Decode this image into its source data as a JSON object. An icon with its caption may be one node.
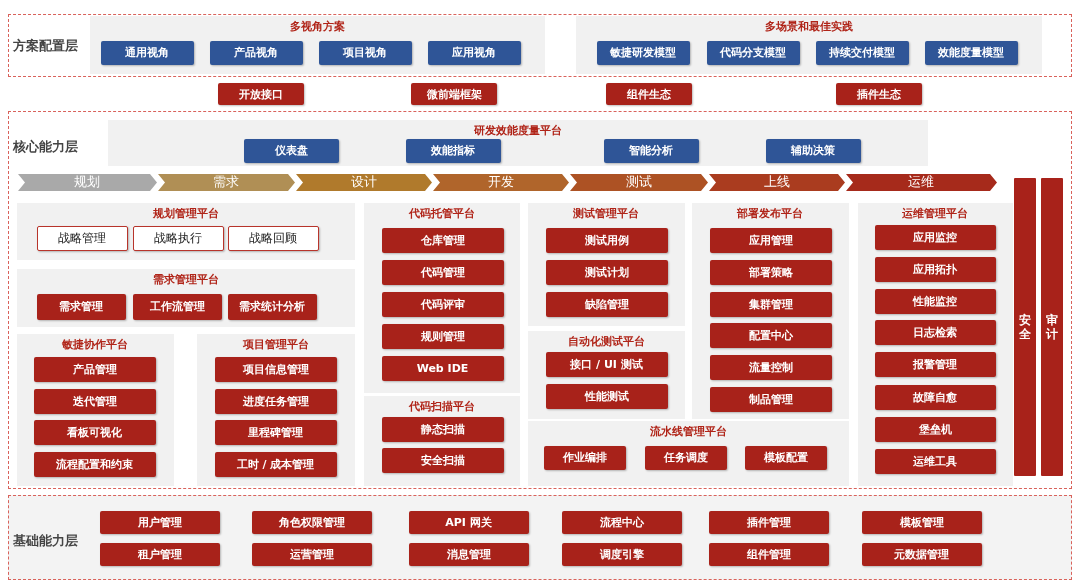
{
  "diagram": {
    "nodes": [
      {
        "text": [
          "方案配置层"
        ]
      },
      {
        "text": [
          "多视角方案"
        ],
        "in": 0
      },
      {
        "text": [
          "通用视角"
        ],
        "in": 1
      },
      {
        "text": [
          "产品视角"
        ],
        "in": 1
      },
      {
        "text": [
          "项目视角"
        ],
        "in": 1
      },
      {
        "text": [
          "应用视角"
        ],
        "in": 1
      },
      {
        "text": [
          "多场景和最佳实践"
        ],
        "in": 0
      },
      {
        "text": [
          "敏捷研发模型"
        ],
        "in": 6
      },
      {
        "text": [
          "代码分支模型"
        ],
        "in": 6
      },
      {
        "text": [
          "持续交付模型"
        ],
        "in": 6
      },
      {
        "text": [
          "效能度量模型"
        ],
        "in": 6
      },
      {
        "text": [
          "开放接口"
        ]
      },
      {
        "text": [
          "微前端框架"
        ]
      },
      {
        "text": [
          "组件生态"
        ]
      },
      {
        "text": [
          "插件生态"
        ]
      },
      {
        "text": [
          "核心能力层"
        ]
      },
      {
        "text": [
          "研发效能度量平台"
        ],
        "in": 15
      },
      {
        "text": [
          "仪表盘"
        ],
        "in": 16
      },
      {
        "text": [
          "效能指标"
        ],
        "in": 16
      },
      {
        "text": [
          "智能分析"
        ],
        "in": 16
      },
      {
        "text": [
          "辅助决策"
        ],
        "in": 16
      },
      {
        "text": [
          "规划"
        ],
        "in": 15
      },
      {
        "text": [
          "需求"
        ],
        "in": 15
      },
      {
        "text": [
          "设计"
        ],
        "in": 15
      },
      {
        "text": [
          "开发"
        ],
        "in": 15
      },
      {
        "text": [
          "测试"
        ],
        "in": 15
      },
      {
        "text": [
          "上线"
        ],
        "in": 15
      },
      {
        "text": [
          "运维"
        ],
        "in": 15
      },
      {
        "text": [
          "规划管理平台"
        ],
        "in": 15
      },
      {
        "text": [
          "战略管理"
        ],
        "in": 28
      },
      {
        "text": [
          "战略执行"
        ],
        "in": 28
      },
      {
        "text": [
          "战略回顾"
        ],
        "in": 28
      },
      {
        "text": [
          "需求管理平台"
        ],
        "in": 15
      },
      {
        "text": [
          "需求管理"
        ],
        "in": 32
      },
      {
        "text": [
          "工作流管理"
        ],
        "in": 32
      },
      {
        "text": [
          "需求统计分析"
        ],
        "in": 32
      },
      {
        "text": [
          "敏捷协作平台"
        ],
        "in": 15
      },
      {
        "text": [
          "产品管理"
        ],
        "in": 36
      },
      {
        "text": [
          "迭代管理"
        ],
        "in": 36
      },
      {
        "text": [
          "看板可视化"
        ],
        "in": 36
      },
      {
        "text": [
          "流程配置和约束"
        ],
        "in": 36
      },
      {
        "text": [
          "项目管理平台"
        ],
        "in": 15
      },
      {
        "text": [
          "项目信息管理"
        ],
        "in": 41
      },
      {
        "text": [
          "进度任务管理"
        ],
        "in": 41
      },
      {
        "text": [
          "里程碑管理"
        ],
        "in": 41
      },
      {
        "text": [
          "工时 / 成本管理"
        ],
        "in": 41
      },
      {
        "text": [
          "代码托管平台"
        ],
        "in": 15
      },
      {
        "text": [
          "仓库管理"
        ],
        "in": 46
      },
      {
        "text": [
          "代码管理"
        ],
        "in": 46
      },
      {
        "text": [
          "代码评审"
        ],
        "in": 46
      },
      {
        "text": [
          "规则管理"
        ],
        "in": 46
      },
      {
        "text": [
          "Web IDE"
        ],
        "in": 46
      },
      {
        "text": [
          "代码扫描平台"
        ],
        "in": 15
      },
      {
        "text": [
          "静态扫描"
        ],
        "in": 52
      },
      {
        "text": [
          "安全扫描"
        ],
        "in": 52
      },
      {
        "text": [
          "测试管理平台"
        ],
        "in": 15
      },
      {
        "text": [
          "测试用例"
        ],
        "in": 55
      },
      {
        "text": [
          "测试计划"
        ],
        "in": 55
      },
      {
        "text": [
          "缺陷管理"
        ],
        "in": 55
      },
      {
        "text": [
          "自动化测试平台"
        ],
        "in": 15
      },
      {
        "text": [
          "接口 / UI 测试"
        ],
        "in": 59
      },
      {
        "text": [
          "性能测试"
        ],
        "in": 59
      },
      {
        "text": [
          "部署发布平台"
        ],
        "in": 15
      },
      {
        "text": [
          "应用管理"
        ],
        "in": 62
      },
      {
        "text": [
          "部署策略"
        ],
        "in": 62
      },
      {
        "text": [
          "集群管理"
        ],
        "in": 62
      },
      {
        "text": [
          "配置中心"
        ],
        "in": 62
      },
      {
        "text": [
          "流量控制"
        ],
        "in": 62
      },
      {
        "text": [
          "制品管理"
        ],
        "in": 62
      },
      {
        "text": [
          "流水线管理平台"
        ],
        "in": 15
      },
      {
        "text": [
          "作业编排"
        ],
        "in": 69
      },
      {
        "text": [
          "任务调度"
        ],
        "in": 69
      },
      {
        "text": [
          "模板配置"
        ],
        "in": 69
      },
      {
        "text": [
          "运维管理平台"
        ],
        "in": 15
      },
      {
        "text": [
          "应用监控"
        ],
        "in": 73
      },
      {
        "text": [
          "应用拓扑"
        ],
        "in": 73
      },
      {
        "text": [
          "性能监控"
        ],
        "in": 73
      },
      {
        "text": [
          "日志检索"
        ],
        "in": 73
      },
      {
        "text": [
          "报警管理"
        ],
        "in": 73
      },
      {
        "text": [
          "故障自愈"
        ],
        "in": 73
      },
      {
        "text": [
          "堡垒机"
        ],
        "in": 73
      },
      {
        "text": [
          "运维工具"
        ],
        "in": 73
      },
      {
        "text": [
          "安全"
        ],
        "in": 15
      },
      {
        "text": [
          "审计"
        ],
        "in": 15
      },
      {
        "text": [
          "基础能力层"
        ]
      },
      {
        "text": [
          "用户管理"
        ],
        "in": 84
      },
      {
        "text": [
          "角色权限管理"
        ],
        "in": 84
      },
      {
        "text": [
          "API 网关"
        ],
        "in": 84
      },
      {
        "text": [
          "流程中心"
        ],
        "in": 84
      },
      {
        "text": [
          "插件管理"
        ],
        "in": 84
      },
      {
        "text": [
          "模板管理"
        ],
        "in": 84
      },
      {
        "text": [
          "租户管理"
        ],
        "in": 84
      },
      {
        "text": [
          "运营管理"
        ],
        "in": 84
      },
      {
        "text": [
          "消息管理"
        ],
        "in": 84
      },
      {
        "text": [
          "调度引擎"
        ],
        "in": 84
      },
      {
        "text": [
          "组件管理"
        ],
        "in": 84
      },
      {
        "text": [
          "元数据管理"
        ],
        "in": 84
      }
    ]
  }
}
